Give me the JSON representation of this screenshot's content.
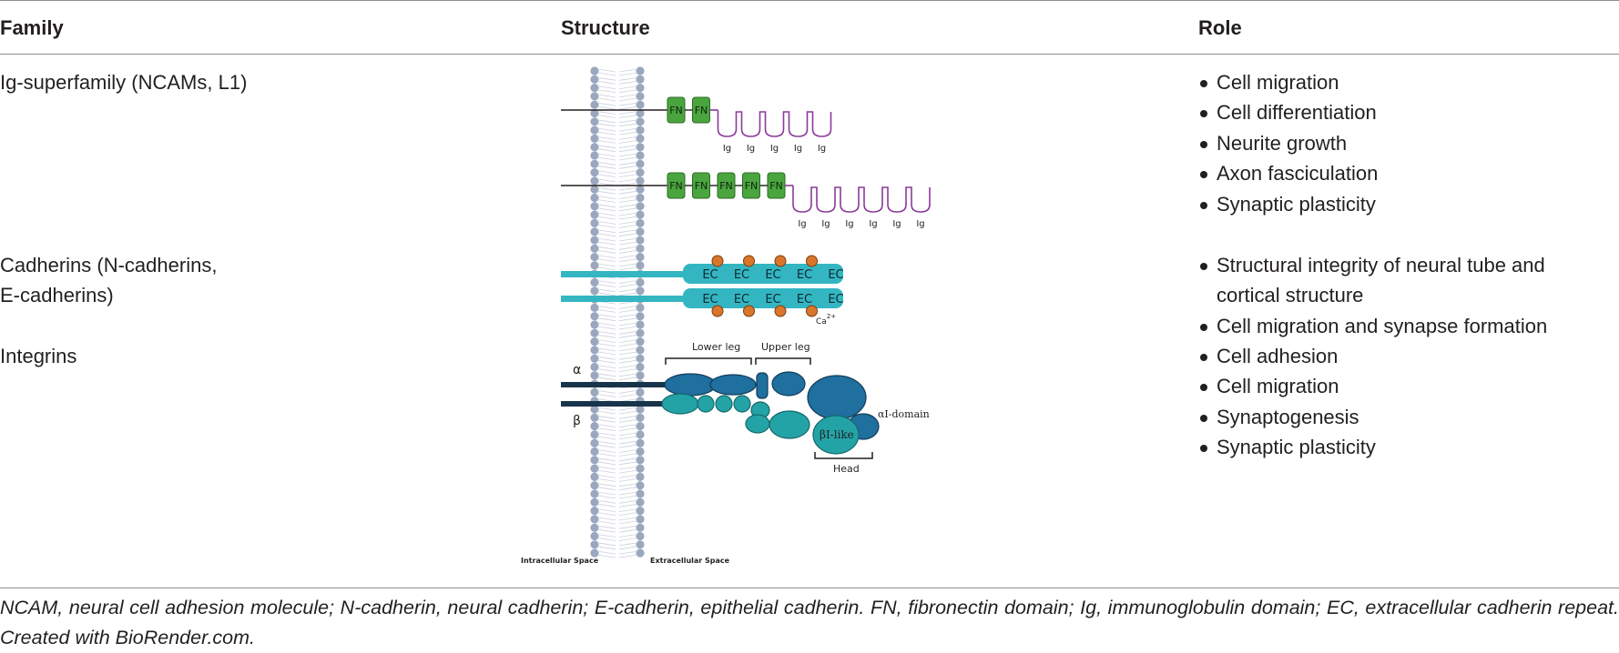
{
  "table": {
    "headers": {
      "family": "Family",
      "structure": "Structure",
      "role": "Role"
    },
    "rows": [
      {
        "family": "Ig-superfamily (NCAMs, L1)",
        "roles": [
          "Cell migration",
          "Cell differentiation",
          "Neurite growth",
          "Axon fasciculation",
          "Synaptic plasticity"
        ]
      },
      {
        "family_line1": "Cadherins (N-cadherins,",
        "family_line2": "E-cadherins)",
        "role_line1": "Structural integrity of neural tube and",
        "role_line2": "cortical structure",
        "role_extra": "Cell migration and synapse formation"
      },
      {
        "family": "Integrins",
        "roles": [
          "Cell adhesion",
          "Cell migration",
          "Synaptogenesis",
          "Synaptic plasticity"
        ]
      }
    ]
  },
  "figure": {
    "fn": "FN",
    "ig": "Ig",
    "ec": "EC",
    "ca_label": "Ca",
    "ca_sup": "2+",
    "lower_leg": "Lower leg",
    "upper_leg": "Upper leg",
    "alpha": "α",
    "beta": "β",
    "alpha_i_domain": "αI-domain",
    "beta_i_like": "βI-like",
    "head": "Head",
    "intracellular": "Intracellular Space",
    "extracellular": "Extracellular Space"
  },
  "colors": {
    "fn_green": "#4aa53f",
    "ig_purple": "#8b3a9a",
    "cadherin_teal": "#33b6c2",
    "calcium_orange": "#d9762b",
    "integrin_alpha": "#1f6f9f",
    "integrin_beta": "#23a3a6",
    "membrane": "#9aa7bd"
  },
  "footnote": "NCAM, neural cell adhesion molecule; N-cadherin, neural cadherin; E-cadherin, epithelial cadherin. FN, fibronectin domain; Ig, immunoglobulin domain; EC, extracellular cadherin repeat. Created with BioRender.com."
}
